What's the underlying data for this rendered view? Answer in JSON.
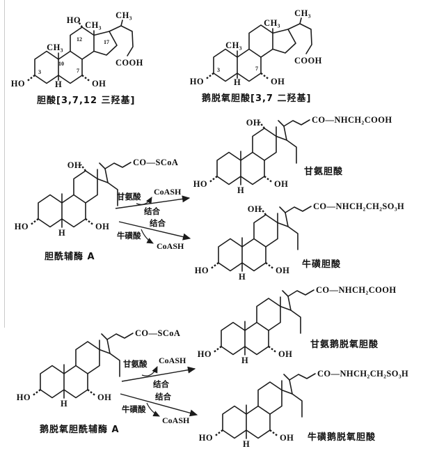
{
  "figure": {
    "background": "#ffffff",
    "ink": "#1b1b1b"
  },
  "cholic": {
    "caption": "胆酸[3,7,12 三羟基]",
    "labels": {
      "ho12": "HO",
      "ch3_13": "CH₃",
      "ch3_20": "CH₃",
      "ch3_10": "CH₃",
      "n12": "12",
      "n17": "17",
      "n10": "10",
      "n3": "3",
      "n7": "7",
      "ho3": "HO",
      "h5": "H",
      "oh7": "OH",
      "chain": "COOH"
    }
  },
  "chenodeoxycholic": {
    "caption": "鹅脱氧胆酸[3,7 二羟基]",
    "labels": {
      "ch3_13": "CH₃",
      "ch3_20": "CH₃",
      "ch3_10": "CH₃",
      "n3": "3",
      "n7": "7",
      "ho3": "HO",
      "h5": "H",
      "oh7": "OH",
      "chain": "COOH"
    }
  },
  "cholyl_coa": {
    "caption": "胆酰辅酶 A",
    "labels": {
      "oh12": "OH",
      "ho3": "HO",
      "h5": "H",
      "oh7": "OH",
      "chain": "CO—SCoA"
    }
  },
  "glycocholic": {
    "caption": "甘氨胆酸",
    "labels": {
      "oh12": "OH",
      "ho3": "HO",
      "h5": "H",
      "oh7": "OH",
      "chain": "CO—NHCH₂COOH"
    }
  },
  "taurocholic": {
    "caption": "牛磺胆酸",
    "labels": {
      "oh12": "OH",
      "ho3": "HO",
      "h5": "H",
      "oh7": "OH",
      "chain": "CO—NHCH₂CH₂SO₃H"
    }
  },
  "chenodeoxycholyl_coa": {
    "caption": "鹅脱氧胆酰辅酶 A",
    "labels": {
      "ho3": "HO",
      "h5": "H",
      "oh7": "OH",
      "chain": "CO—SCoA"
    }
  },
  "glycochenodeoxycholic": {
    "caption": "甘氨鹅脱氧胆酸",
    "labels": {
      "ho3": "HO",
      "h5": "H",
      "oh7": "OH",
      "chain": "CO—NHCH₂COOH"
    }
  },
  "taurochenodeoxycholic": {
    "caption": "牛磺鹅脱氧胆酸",
    "labels": {
      "ho3": "HO",
      "h5": "H",
      "oh7": "OH",
      "chain": "CO—NHCH₂CH₂SO₃H"
    }
  },
  "reaction_mid": {
    "glycine": "甘氨酸",
    "coash_glycine": "CoASH",
    "conjugate_glycine": "结合",
    "conjugate_taurine": "结合",
    "taurine": "牛磺酸",
    "coash_taurine": "CoASH"
  },
  "reaction_bottom": {
    "glycine": "甘氨酸",
    "coash_glycine": "CoASH",
    "conjugate_glycine": "结合",
    "conjugate_taurine": "结合",
    "taurine": "牛磺酸",
    "coash_taurine": "CoASH"
  }
}
